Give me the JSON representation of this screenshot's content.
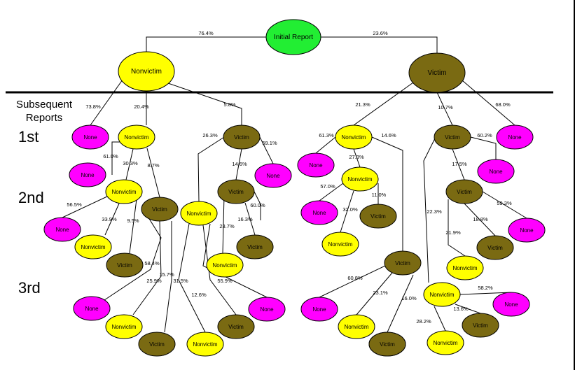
{
  "colors": {
    "initial": "#22ee33",
    "nonvictim": "#ffff00",
    "victim": "#7a6a12",
    "none": "#ff00ff",
    "line": "#000000"
  },
  "labels": {
    "subsequent_line1": "Subsequent",
    "subsequent_line2": "Reports",
    "first": "1st",
    "second": "2nd",
    "third": "3rd"
  },
  "nodes": [
    {
      "id": "root",
      "type": "initial",
      "text": "Initial Report"
    },
    {
      "id": "nv0",
      "type": "nonvictim",
      "text": "Nonvictim"
    },
    {
      "id": "v0",
      "type": "victim",
      "text": "Victim"
    },
    {
      "id": "a_none",
      "type": "none",
      "text": "None"
    },
    {
      "id": "a_nv",
      "type": "nonvictim",
      "text": "Nonvictim"
    },
    {
      "id": "a_v",
      "type": "victim",
      "text": "Victim"
    },
    {
      "id": "aa_none",
      "type": "none",
      "text": "None"
    },
    {
      "id": "aa_nv",
      "type": "nonvictim",
      "text": "Nonvictim"
    },
    {
      "id": "aa_v",
      "type": "victim",
      "text": "Victim"
    },
    {
      "id": "aaa_none",
      "type": "none",
      "text": "None"
    },
    {
      "id": "aaa_nv",
      "type": "nonvictim",
      "text": "Nonvictim"
    },
    {
      "id": "aaa_v",
      "type": "victim",
      "text": "Victim"
    },
    {
      "id": "aab_none",
      "type": "none",
      "text": "None"
    },
    {
      "id": "aab_nv",
      "type": "nonvictim",
      "text": "Nonvictim"
    },
    {
      "id": "aab_v",
      "type": "victim",
      "text": "Victim"
    },
    {
      "id": "ab_none",
      "type": "none",
      "text": "None"
    },
    {
      "id": "ab_nv",
      "type": "nonvictim",
      "text": "Nonvictim"
    },
    {
      "id": "ab_v",
      "type": "victim",
      "text": "Victim"
    },
    {
      "id": "abb_nv",
      "type": "nonvictim",
      "text": "Nonvictim"
    },
    {
      "id": "abb_v",
      "type": "victim",
      "text": "Victim"
    },
    {
      "id": "abb_none",
      "type": "none",
      "text": "None"
    },
    {
      "id": "abb_v2",
      "type": "victim",
      "text": "Victim"
    },
    {
      "id": "abb_nv2",
      "type": "nonvictim",
      "text": "Nonvictim"
    },
    {
      "id": "b_nv",
      "type": "nonvictim",
      "text": "Nonvictim"
    },
    {
      "id": "b_v",
      "type": "victim",
      "text": "Victim"
    },
    {
      "id": "b_none",
      "type": "none",
      "text": "None"
    },
    {
      "id": "ba_none",
      "type": "none",
      "text": "None"
    },
    {
      "id": "ba_nv",
      "type": "nonvictim",
      "text": "Nonvictim"
    },
    {
      "id": "ba_v",
      "type": "victim",
      "text": "Victim"
    },
    {
      "id": "baa_none",
      "type": "none",
      "text": "None"
    },
    {
      "id": "baa_nv",
      "type": "nonvictim",
      "text": "Nonvictim"
    },
    {
      "id": "baa_v",
      "type": "victim",
      "text": "Victim"
    },
    {
      "id": "bab_v",
      "type": "victim",
      "text": "Victim"
    },
    {
      "id": "bab_none",
      "type": "none",
      "text": "None"
    },
    {
      "id": "bab_nv",
      "type": "nonvictim",
      "text": "Nonvictim"
    },
    {
      "id": "bab_v2",
      "type": "victim",
      "text": "Victim"
    },
    {
      "id": "bb_none",
      "type": "none",
      "text": "None"
    },
    {
      "id": "bb_v",
      "type": "victim",
      "text": "Victim"
    },
    {
      "id": "bb_nv",
      "type": "nonvictim",
      "text": "Nonvictim"
    },
    {
      "id": "bbb_none",
      "type": "none",
      "text": "None"
    },
    {
      "id": "bbb_v",
      "type": "victim",
      "text": "Victim"
    },
    {
      "id": "bbb_nv",
      "type": "nonvictim",
      "text": "Nonvictim"
    },
    {
      "id": "bba_none",
      "type": "none",
      "text": "None"
    },
    {
      "id": "bba_v",
      "type": "victim",
      "text": "Victim"
    },
    {
      "id": "bba_nv",
      "type": "nonvictim",
      "text": "Nonvictim"
    }
  ],
  "edges": [
    {
      "from": "root",
      "to": "nv0",
      "label": "76.4%"
    },
    {
      "from": "root",
      "to": "v0",
      "label": "23.6%"
    },
    {
      "from": "nv0",
      "to": "a_none",
      "label": "73.8%"
    },
    {
      "from": "nv0",
      "to": "a_nv",
      "label": "20.4%"
    },
    {
      "from": "nv0",
      "to": "a_v",
      "label": "5.8%"
    },
    {
      "from": "a_nv",
      "to": "aa_none",
      "label": "61.0%"
    },
    {
      "from": "a_nv",
      "to": "aa_nv",
      "label": "30.3%"
    },
    {
      "from": "a_nv",
      "to": "aa_v",
      "label": "8.7%"
    },
    {
      "from": "aa_nv",
      "to": "aaa_none",
      "label": "56.5%"
    },
    {
      "from": "aa_nv",
      "to": "aaa_nv",
      "label": "33.9%"
    },
    {
      "from": "aa_nv",
      "to": "aaa_v",
      "label": "9.5%"
    },
    {
      "from": "aa_v",
      "to": "aab_none",
      "label": "58.4%"
    },
    {
      "from": "aa_v",
      "to": "aab_nv",
      "label": "25.9%"
    },
    {
      "from": "aa_v",
      "to": "aab_v",
      "label": "15.7%"
    },
    {
      "from": "a_v",
      "to": "ab_nv",
      "label": "26.3%"
    },
    {
      "from": "a_v",
      "to": "ab_none",
      "label": "59.1%"
    },
    {
      "from": "a_v",
      "to": "ab_v",
      "label": "14.6%"
    },
    {
      "from": "ab_nv",
      "to": "abb_nv2",
      "label": "31.5%"
    },
    {
      "from": "ab_nv",
      "to": "abb_v2",
      "label": "12.6%"
    },
    {
      "from": "ab_nv",
      "to": "abb_none",
      "label": "55.9%"
    },
    {
      "from": "ab_v",
      "to": "abb_nv",
      "label": "23.7%"
    },
    {
      "from": "ab_v",
      "to": "abb_v",
      "label": "16.3%"
    },
    {
      "from": "ab_v",
      "to": "ab_none2",
      "label": "60.0%"
    },
    {
      "from": "v0",
      "to": "b_nv",
      "label": "21.3%"
    },
    {
      "from": "v0",
      "to": "b_v",
      "label": "10.7%"
    },
    {
      "from": "v0",
      "to": "b_none",
      "label": "68.0%"
    },
    {
      "from": "b_nv",
      "to": "ba_none",
      "label": "61.3%"
    },
    {
      "from": "b_nv",
      "to": "ba_nv",
      "label": "27.3%"
    },
    {
      "from": "b_nv",
      "to": "ba_v",
      "label": "14.6%"
    },
    {
      "from": "ba_nv",
      "to": "baa_none",
      "label": "57.0%"
    },
    {
      "from": "ba_nv",
      "to": "baa_nv",
      "label": "32.0%"
    },
    {
      "from": "ba_nv",
      "to": "baa_v",
      "label": "11.0%"
    },
    {
      "from": "ba_v",
      "to": "bab_none",
      "label": "60.8%"
    },
    {
      "from": "ba_v",
      "to": "bab_nv",
      "label": "23.1%"
    },
    {
      "from": "ba_v",
      "to": "bab_v",
      "label": "16.0%"
    },
    {
      "from": "b_v",
      "to": "bb_none",
      "label": "60.2%"
    },
    {
      "from": "b_v",
      "to": "bb_v",
      "label": "17.5%"
    },
    {
      "from": "b_v",
      "to": "bb_nv",
      "label": "22.3%"
    },
    {
      "from": "bb_v",
      "to": "bbb_none",
      "label": "59.3%"
    },
    {
      "from": "bb_v",
      "to": "bbb_v",
      "label": "18.8%"
    },
    {
      "from": "bb_v",
      "to": "bbb_nv",
      "label": "21.9%"
    },
    {
      "from": "bb_nv",
      "to": "bba_none",
      "label": "58.2%"
    },
    {
      "from": "bb_nv",
      "to": "bba_v",
      "label": "13.6%"
    },
    {
      "from": "bb_nv",
      "to": "bba_nv",
      "label": "28.2%"
    }
  ]
}
